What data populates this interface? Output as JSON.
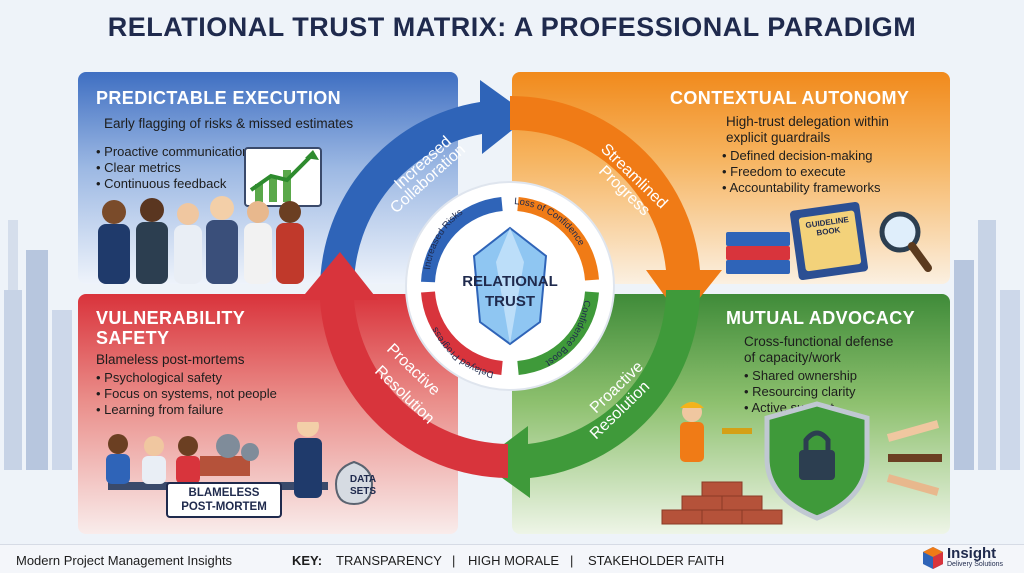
{
  "title": "RELATIONAL TRUST MATRIX: A PROFESSIONAL PARADIGM",
  "quadrants": {
    "top_left": {
      "heading": "PREDICTABLE EXECUTION",
      "subheading": "Early flagging of risks & missed estimates",
      "items": [
        "Proactive communication",
        "Clear metrics",
        "Continuous feedback"
      ]
    },
    "top_right": {
      "heading": "CONTEXTUAL AUTONOMY",
      "subheading_line1": "High-trust delegation within",
      "subheading_line2": "explicit guardrails",
      "items": [
        "Defined decision-making",
        "Freedom to execute",
        "Accountability frameworks"
      ],
      "book_label_line1": "GUIDELINE",
      "book_label_line2": "BOOK"
    },
    "bottom_left": {
      "heading_line1": "VULNERABILITY",
      "heading_line2": "SAFETY",
      "subheading": "Blameless post-mortems",
      "items": [
        "Psychological safety",
        "Focus on systems, not people",
        "Learning from failure"
      ],
      "sign_line1": "BLAMELESS",
      "sign_line2": "POST-MORTEM",
      "bag_line1": "DATA",
      "bag_line2": "SETS"
    },
    "bottom_right": {
      "heading": "MUTUAL ADVOCACY",
      "subheading_line1": "Cross-functional defense",
      "subheading_line2": "of capacity/work",
      "items": [
        "Shared ownership",
        "Resourcing clarity",
        "Active support"
      ]
    }
  },
  "cycle": {
    "outer": {
      "top_left_line1": "Increased",
      "top_left_line2": "Collaboration",
      "top_right_line1": "Streamlined",
      "top_right_line2": "Progress",
      "bottom_right_line1": "Proactive",
      "bottom_right_line2": "Resolution",
      "bottom_left_line1": "Proactive",
      "bottom_left_line2": "Resolution"
    },
    "inner": {
      "top_left": "Increased Risks",
      "top_right": "Loss of Confidence",
      "bottom_right": "Confidence Boost",
      "bottom_left": "Delayed Progress"
    },
    "center_line1": "RELATIONAL",
    "center_line2": "TRUST"
  },
  "footer": {
    "left": "Modern Project Management Insights",
    "key_label": "KEY:",
    "key_items": [
      "TRANSPARENCY",
      "HIGH MORALE",
      "STAKEHOLDER FAITH"
    ],
    "separator": "|",
    "logo_word": "Insight",
    "logo_sub": "Delivery Solutions"
  },
  "colors": {
    "blue": "#2f64b8",
    "orange": "#f07b16",
    "green": "#3f9a3a",
    "red": "#d8343c",
    "navy": "#1f2a4d"
  }
}
